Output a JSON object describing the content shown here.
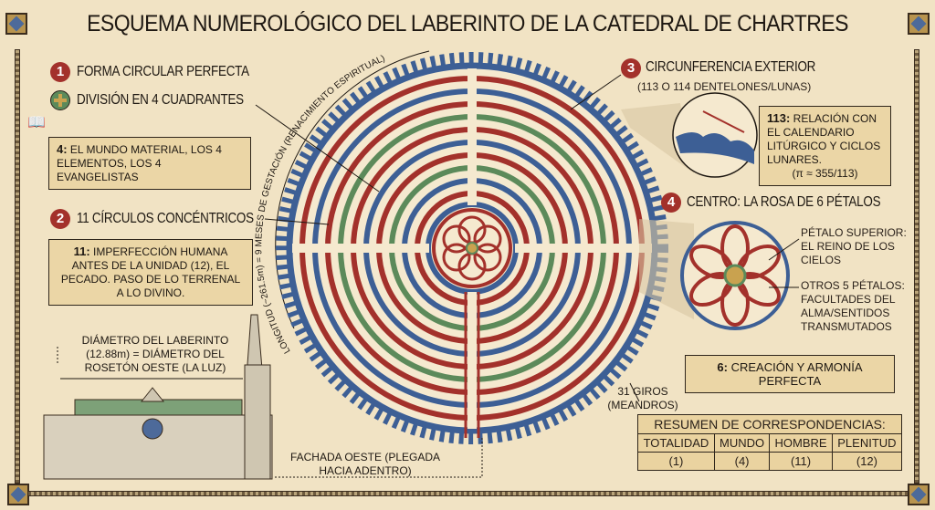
{
  "title": "ESQUEMA NUMEROLÓGICO DEL LABERINTO DE LA CATEDRAL DE CHARTRES",
  "colors": {
    "background": "#f1e3c4",
    "red": "#a3312b",
    "blue": "#3d5f95",
    "green": "#5c8a5a",
    "box": "#ebd6a6"
  },
  "items": {
    "one": {
      "number": "1",
      "label": "FORMA CIRCULAR PERFECTA"
    },
    "quadrants": {
      "label": "DIVISIÓN EN 4 CUADRANTES",
      "note_num": "4:",
      "note": "EL MUNDO MATERIAL, LOS 4 ELEMENTOS, LOS 4 EVANGELISTAS"
    },
    "two": {
      "number": "2",
      "label": "11 CÍRCULOS CONCÉNTRICOS",
      "note_num": "11:",
      "note": "IMPERFECCIÓN HUMANA ANTES DE LA UNIDAD (12), EL PECADO. PASO DE LO TERRENAL A LO DIVINO."
    },
    "three": {
      "number": "3",
      "label": "CIRCUNFERENCIA EXTERIOR",
      "sub": "(113 O 114 DENTELONES/LUNAS)",
      "note_num": "113:",
      "note": "RELACIÓN CON EL CALENDARIO LITÚRGICO Y CICLOS LUNARES.",
      "formula": "(π ≈ 355/113)"
    },
    "four": {
      "number": "4",
      "label": "CENTRO: LA ROSA DE 6 PÉTALOS",
      "petal_top": "PÉTALO SUPERIOR: EL REINO DE LOS CIELOS",
      "petals_other": "OTROS 5 PÉTALOS: FACULTADES DEL ALMA/SENTIDOS TRANSMUTADOS",
      "note_num": "6:",
      "note": "CREACIÓN Y ARMONÍA PERFECTA"
    }
  },
  "arc_text": "LONGITUD (~261.5m) = 9 MESES DE GESTACIÓN (RENACIMIENTO ESPIRITUAL)",
  "diameter_note": "DIÁMETRO DEL LABERINTO (12.88m) = DIÁMETRO DEL ROSETÓN OESTE (LA LUZ)",
  "facade_note": "FACHADA OESTE (PLEGADA HACIA ADENTRO)",
  "turns_note": "31 GIROS (MEANDROS)",
  "summary": {
    "title": "RESUMEN DE CORRESPONDENCIAS:",
    "headers": [
      "TOTALIDAD",
      "MUNDO",
      "HOMBRE",
      "PLENITUD"
    ],
    "values": [
      "(1)",
      "(4)",
      "(11)",
      "(12)"
    ]
  }
}
